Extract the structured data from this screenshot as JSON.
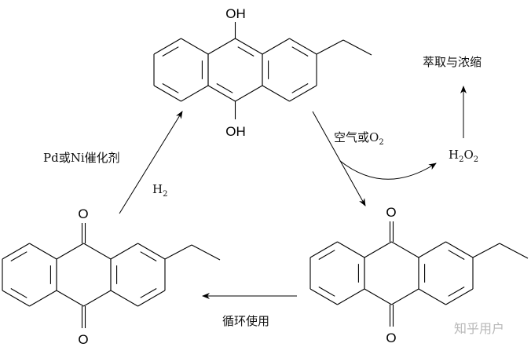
{
  "molecules": {
    "top": {
      "name": "2-ethylanthrahydroquinone",
      "atom_top": "OH",
      "atom_bottom": "OH"
    },
    "bottom_left": {
      "name": "2-ethylanthraquinone",
      "atom_top": "O",
      "atom_bottom": "O"
    },
    "bottom_right": {
      "name": "2-ethylanthraquinone",
      "atom_top": "O",
      "atom_bottom": "O"
    }
  },
  "labels": {
    "catalyst": "Pd或Ni催化剂",
    "h2_main": "H",
    "h2_sub": "2",
    "oxidant_main": "空气或O",
    "oxidant_sub": "2",
    "h2o2_h": "H",
    "h2o2_sub1": "2",
    "h2o2_o": "O",
    "h2o2_sub2": "2",
    "extraction": "萃取与浓缩",
    "recycle": "循环使用"
  },
  "watermark": "知乎用户"
}
